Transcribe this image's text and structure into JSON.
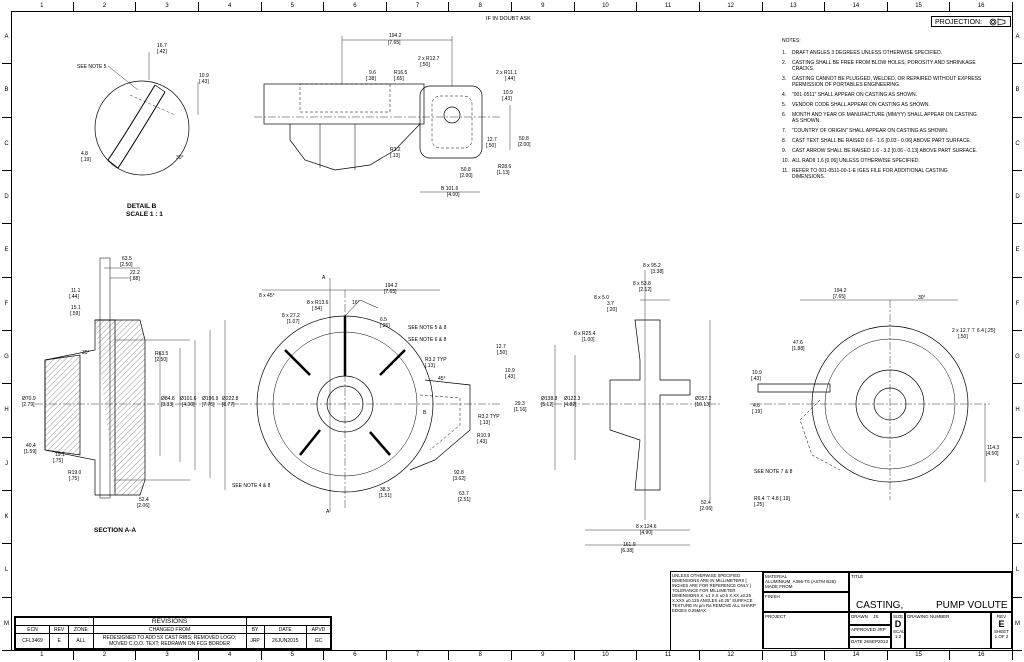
{
  "zones": {
    "columns": [
      "1",
      "2",
      "3",
      "4",
      "5",
      "6",
      "7",
      "8",
      "9",
      "10",
      "11",
      "12",
      "13",
      "14",
      "15",
      "16"
    ],
    "rows": [
      "A",
      "B",
      "C",
      "D",
      "E",
      "F",
      "G",
      "H",
      "J",
      "K",
      "L",
      "M"
    ]
  },
  "header": {
    "doubt": "IF IN DOUBT ASK",
    "projection": "PROJECTION:"
  },
  "notes": {
    "title": "NOTES:",
    "items": [
      {
        "n": "1.",
        "t": "DRAFT ANGLES 3 DEGREES UNLESS OTHERWISE SPECIFIED."
      },
      {
        "n": "2.",
        "t": "CASTING SHALL BE FREE FROM BLOW HOLES, POROSITY AND SHRINKAGE CRACKS."
      },
      {
        "n": "3.",
        "t": "CASTING CANNOT BE PLUGGED, WELDED, OR REPAIRED WITHOUT EXPRESS PERMISSION OF PORTABLES ENGINEERING."
      },
      {
        "n": "4.",
        "t": "\"001-0511\" SHALL APPEAR ON CASTING AS SHOWN."
      },
      {
        "n": "5.",
        "t": "VENDOR CODE SHALL APPEAR ON CASTING AS SHOWN."
      },
      {
        "n": "6.",
        "t": "MONTH AND YEAR OF MANUFACTURE (MM/YY) SHALL APPEAR ON CASTING AS SHOWN."
      },
      {
        "n": "7.",
        "t": "\"COUNTRY OF ORIGIN\" SHALL APPEAR ON CASTING AS SHOWN."
      },
      {
        "n": "8.",
        "t": "CAST TEXT SHALL BE RAISED 0.6 - 1.6 [0.03 - 0.06] ABOVE PART SURFACE."
      },
      {
        "n": "9.",
        "t": "CAST ARROW SHALL BE RAISED 1.6 - 3.2 [0.06 - 0.13] ABOVE PART SURFACE."
      },
      {
        "n": "10.",
        "t": "ALL RADII 1.6 [0.06] UNLESS OTHERWISE SPECIFIED."
      },
      {
        "n": "11.",
        "t": "REFER TO 001-0511-00-1-E IGES FILE FOR ADDITIONAL CASTING DIMENSIONS."
      }
    ]
  },
  "detail_b": {
    "title": "DETAIL B",
    "scale": "SCALE 1 : 1",
    "see_note": "SEE NOTE 5",
    "d1": "16.7",
    "d1b": "[.42]",
    "d2": "10.9",
    "d2b": "[.43]",
    "d3": "4.8",
    "d3b": "[.19]",
    "angle": "30°"
  },
  "top_view": {
    "overall": "194.2",
    "overall_b": "[7.65]",
    "r1": "2 x R12.7",
    "r1b": "[.50]",
    "r2": "2 x R11.1",
    "r2b": "[.44]",
    "r3": "R16.5",
    "r3b": "[.65]",
    "d96": "9.6",
    "d96b": "[.38]",
    "d109": "10.9",
    "d109b": "[.43]",
    "d127": "12.7",
    "d127b": "[.50]",
    "d508": "50.8",
    "d508b": "[2.00]",
    "r32": "R3.2",
    "r32b": "[.13]",
    "r286": "R28.6",
    "r286b": "[1.13]",
    "d508c": "50.8",
    "d508cb": "[2.00]",
    "b": "B",
    "d1016": "101.6",
    "d1016b": "[4.00]"
  },
  "section": {
    "title": "SECTION A-A",
    "d635": "63.5",
    "d635b": "[2.50]",
    "d222": "22.2",
    "d222b": "[.88]",
    "d111": "11.1",
    "d111b": "[.44]",
    "d151": "15.1",
    "d151b": "[.59]",
    "ang": "35°",
    "r635": "R63.5",
    "r635b": "[2.50]",
    "d709": "Ø70.9",
    "d709b": "[2.79]",
    "d848": "Ø84.8",
    "d848b": "[3.33]",
    "d1016": "Ø101.6",
    "d1016b": "[4.00]",
    "d1969": "Ø196.9",
    "d1969b": "[7.75]",
    "d2228": "Ø222.8",
    "d2228b": "[8.77]",
    "d404": "40.4",
    "d404b": "[1.59]",
    "d191": "19.1",
    "d191b": "[.75]",
    "r190": "R19.0",
    "r190b": "[.75]",
    "cl": "52.4",
    "clb": "[2.06]"
  },
  "front_view": {
    "arrow_a": "A",
    "d45": "8 x 45°",
    "d1942": "194.2",
    "d1942b": "[7.65]",
    "d16": "16°",
    "r136": "8 x R13.6",
    "r136b": "[.54]",
    "d272": "8 x 27.2",
    "d272b": "[1.07]",
    "d65": "6.5",
    "d65b": "[.26]",
    "note1": "SEE NOTE 5 & 8",
    "note2": "SEE NOTE 6 & 8",
    "r32": "R3.2 TYP",
    "r32b": "[.13]",
    "d127": "12.7",
    "d127b": "[.50]",
    "d109": "10.9",
    "d109b": "[.43]",
    "d45b": "45°",
    "d293": "29.3",
    "d293b": "[1.16]",
    "r32c": "R3.2 TYP",
    "r32cb": "[.13]",
    "r109": "R10.9",
    "r109b": "[.43]",
    "d928": "92.8",
    "d928b": "[3.62]",
    "d637": "63.7",
    "d637b": "[2.51]",
    "d383": "38.3",
    "d383b": "[1.51]",
    "note3": "SEE NOTE 4 & 8",
    "note_b": "B"
  },
  "side_view": {
    "d952": "8 x 95.2",
    "d952b": "[3.38]",
    "d538": "8 x 53.8",
    "d538b": "[2.12]",
    "d50": "8 x 5.0",
    "d50b": "[.20]",
    "d37": "3.7",
    "r254": "8 x R25.4",
    "r254b": "[1.00]",
    "d1388": "Ø138.8",
    "d1388b": "[5.12]",
    "d1223": "Ø122.3",
    "d1223b": "[4.82]",
    "d2572": "Ø257.2",
    "d2572b": "[10.13]",
    "cl": "52.4",
    "clb": "[2.06]",
    "d1249": "8 x 124.6",
    "d1249b": "[4.90]",
    "d1619": "161.9",
    "d1619b": "[6.38]"
  },
  "right_view": {
    "d1942": "194.2",
    "d1942b": "[7.65]",
    "ang": "30°",
    "r127": "2 x 12.7 ⊤ 6.4 [.25]",
    "r127b": "[.50]",
    "d476": "47.6",
    "d476b": "[1.88]",
    "d109": "10.9",
    "d109b": "[.43]",
    "d48": "4.8",
    "d48b": "[.19]",
    "d1143": "114.3",
    "d1143b": "[4.50]",
    "note7": "SEE NOTE 7 & 8",
    "r64": "R6.4 ⊤ 4.8 [.19]",
    "r64b": "[.25]"
  },
  "revisions": {
    "title": "REVISIONS",
    "headers": [
      "ECN",
      "REV",
      "ZONE",
      "CHANGED FROM",
      "BY",
      "DATE",
      "APVD"
    ],
    "row": [
      "CFL3469",
      "E",
      "ALL",
      "REDESIGNED TO ADD 5X CAST RIBS; REMOVED LOGO; MOVED C.O.O. TEXT; REDRAWN ON FCG BORDER",
      "JRP",
      "26JUN2015",
      "GC"
    ]
  },
  "title_block": {
    "tolerance": "UNLESS OTHERWISE SPECIFIED DIMENSIONS ARE IN MILLIMETERS [ INCHES ARE FOR REFERENCE ONLY ] TOLERANCE FOR MILLIMETER DIMENSIONS X. ±1 X.X ±0.5 X.XX ±0.25 X.XXX ±0.125 ANGLES ±0.25° SURFACE TEXTURE IN µm Ra REMOVE ALL SHARP EDGES 0.25MAX",
    "material_label": "MATERIAL",
    "material": "ALUMINIUM, A356-T6 (ASTM B26)",
    "finish_label": "FINISH",
    "made_from": "MADE FROM",
    "project": "PROJECT",
    "title_label": "TITLE",
    "title1": "CASTING,",
    "title2": "PUMP VOLUTE",
    "drawn": "DRAWN",
    "drawn_by": "JS",
    "approved": "APPROVED",
    "approved_by": "JRP",
    "date": "DATE",
    "date_val": "26SEP2013",
    "size_label": "SIZE",
    "size": "D",
    "scale_label": "SCALE",
    "scale": "1:2",
    "dwg_label": "DRAWING NUMBER",
    "rev_label": "REV",
    "rev": "E",
    "sheet_label": "SHEET",
    "sheet": "1 OF 2"
  }
}
